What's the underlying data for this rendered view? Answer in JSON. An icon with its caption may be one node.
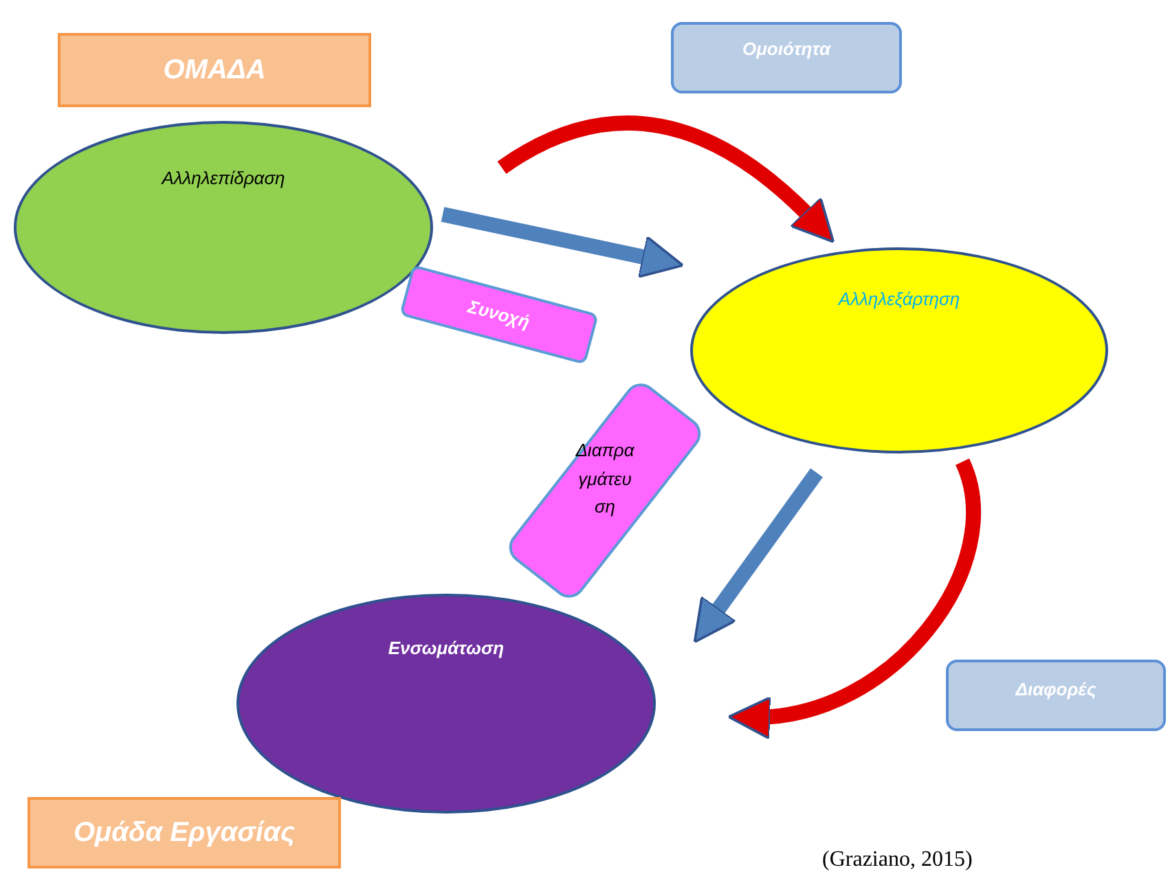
{
  "diagram": {
    "nodes": [
      {
        "text": [
          "ΟΜΑΔΑ"
        ]
      },
      {
        "text": [
          "Ομοιότητα"
        ]
      },
      {
        "text": [
          "Αλληλεπίδραση"
        ]
      },
      {
        "text": [
          "Συνοχή"
        ]
      },
      {
        "text": [
          "Αλληλεξάρτηση"
        ]
      },
      {
        "text": [
          "Διαπραγμάτευση"
        ]
      },
      {
        "text": [
          "Ενσωμάτωση"
        ]
      },
      {
        "text": [
          "Διαφορές"
        ]
      },
      {
        "text": [
          "Ομάδα Εργασίας"
        ]
      }
    ],
    "edges": [
      {
        "from": 2,
        "to": 4,
        "arrow": "to",
        "color": "#4f81bd"
      },
      {
        "from": 2,
        "to": 4,
        "arrow": "to",
        "color": "#e00000"
      },
      {
        "from": 4,
        "to": 6,
        "arrow": "to",
        "color": "#4f81bd"
      },
      {
        "from": 4,
        "to": 6,
        "arrow": "to",
        "color": "#e00000"
      }
    ],
    "labels": [
      "(Graziano, 2015)"
    ]
  }
}
